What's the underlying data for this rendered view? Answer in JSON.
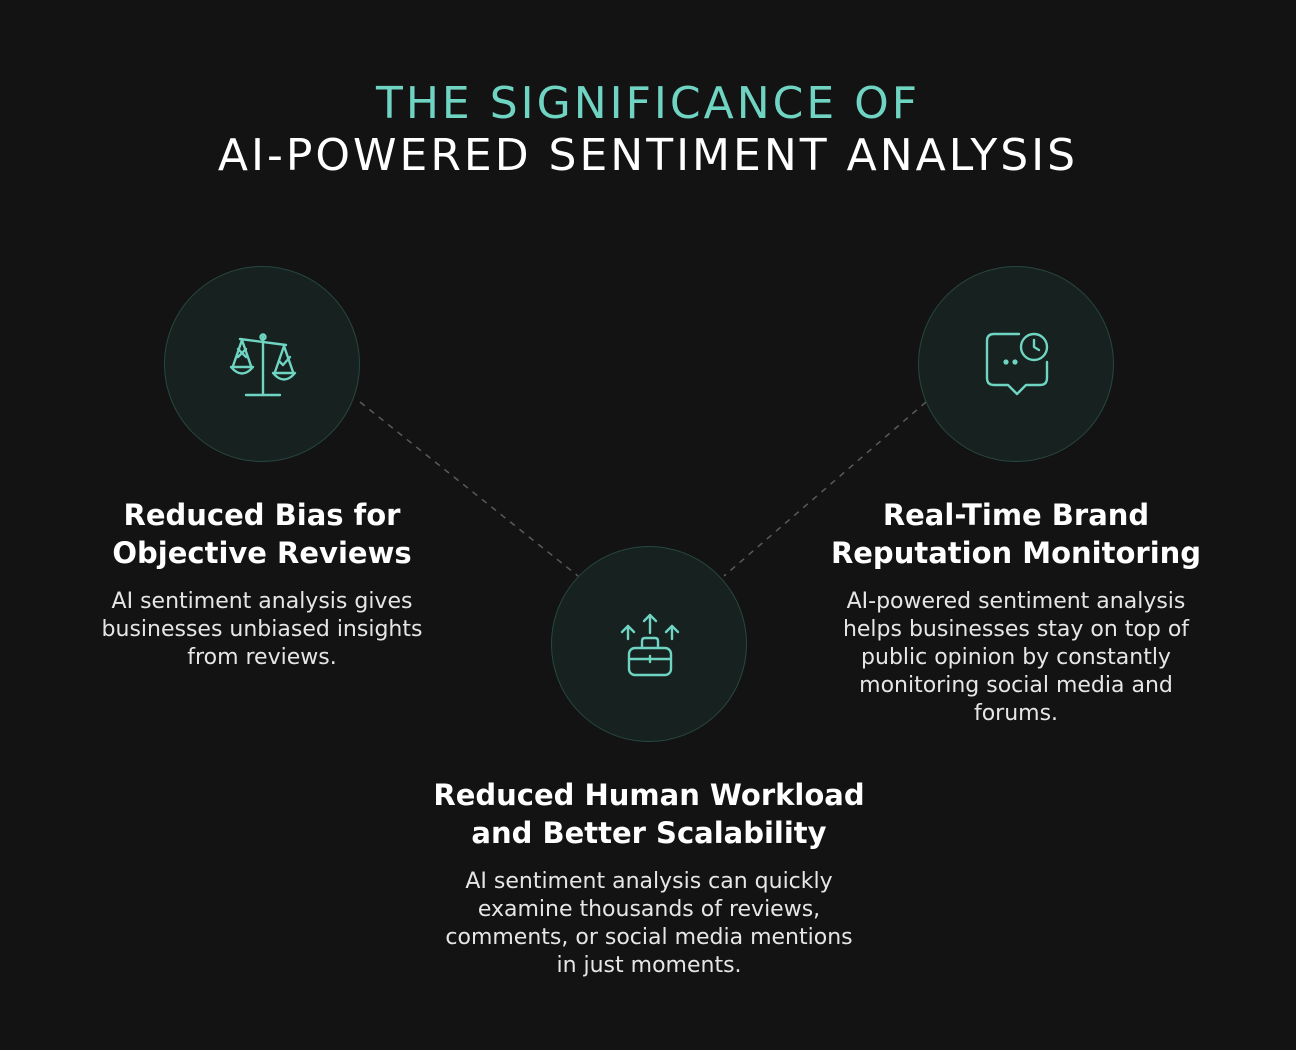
{
  "title": {
    "line1": "THE SIGNIFICANCE OF",
    "line2": "AI-POWERED SENTIMENT ANALYSIS"
  },
  "colors": {
    "background": "#131313",
    "accent": "#6fd4c1",
    "circle_fill": "#172120",
    "circle_border": "#27483f",
    "connector": "#5a5a5a"
  },
  "cards": [
    {
      "icon": "scale-icon",
      "title_line1": "Reduced Bias for",
      "title_line2": "Objective Reviews",
      "desc": [
        "AI sentiment analysis gives",
        "businesses unbiased insights",
        "from reviews."
      ]
    },
    {
      "icon": "briefcase-arrows-icon",
      "title_line1": "Reduced Human Workload",
      "title_line2": "and Better Scalability",
      "desc": [
        "AI sentiment analysis can quickly",
        "examine thousands of reviews,",
        "comments, or social media mentions",
        "in just moments."
      ]
    },
    {
      "icon": "chat-clock-icon",
      "title_line1": "Real-Time Brand",
      "title_line2": "Reputation Monitoring",
      "desc": [
        "AI-powered sentiment analysis",
        "helps businesses stay on top of",
        "public opinion by constantly",
        "monitoring social media and",
        "forums."
      ]
    }
  ]
}
